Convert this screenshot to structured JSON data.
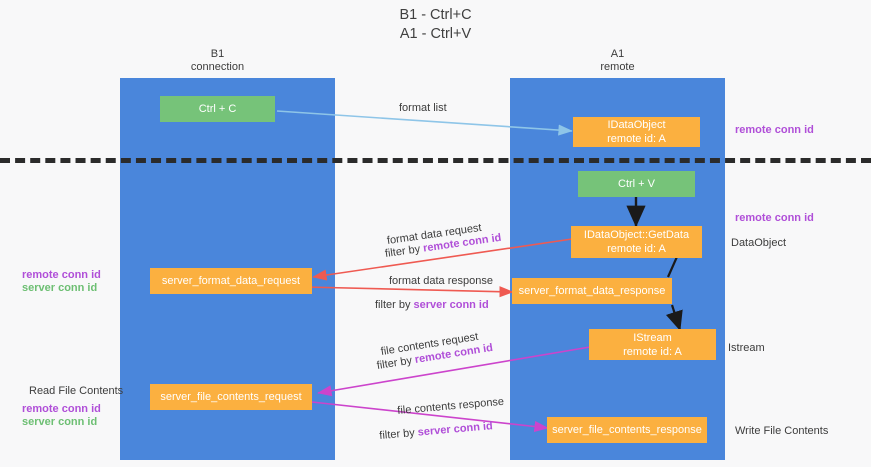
{
  "title": "B1 - Ctrl+C\nA1 - Ctrl+V",
  "columns": {
    "left": "B1\nconnection",
    "right": "A1\nremote"
  },
  "colors": {
    "lane": "#4a86db",
    "green_box": "#76c379",
    "orange_box": "#fbb040",
    "remote_conn_id": "#b04fd8",
    "server_conn_id": "#6dbf73",
    "arrow_format_list": "#8ec5e8",
    "arrow_format_data": "#ef5a52",
    "arrow_file_contents": "#cc44cc",
    "arrow_black": "#1a1a1a",
    "divider": "#2b2b2b"
  },
  "boxes": {
    "ctrl_c": "Ctrl + C",
    "ctrl_v": "Ctrl + V",
    "idataobject": "IDataObject\nremote id: A",
    "idataobject_getdata": "IDataObject::GetData\nremote id: A",
    "istream": "IStream\nremote id: A",
    "server_format_data_request": "server_format_data_request",
    "server_format_data_response": "server_format_data_response",
    "server_file_contents_request": "server_file_contents_request",
    "server_file_contents_response": "server_file_contents_response"
  },
  "edge_labels": {
    "format_list": "format list",
    "format_data_request": "format data request",
    "format_data_request_filter_pre": "filter by ",
    "format_data_request_filter_key": "remote conn id",
    "format_data_response": "format data response",
    "format_data_response_filter_pre": "filter by ",
    "format_data_response_filter_key": "server conn id",
    "file_contents_request": "file contents request",
    "file_contents_request_filter_pre": "filter by ",
    "file_contents_request_filter_key": "remote conn id",
    "file_contents_response": "file contents response",
    "file_contents_response_filter_pre": "filter by ",
    "file_contents_response_filter_key": "server conn id"
  },
  "annotations": {
    "right_remote_conn_id_top": "remote conn id",
    "right_remote_conn_id_mid": "remote conn id",
    "right_dataobject": "DataObject",
    "right_istream": "Istream",
    "right_write_file_contents": "Write File Contents",
    "left_remote_conn_id": "remote conn id",
    "left_server_conn_id": "server conn id",
    "left_read_file_contents": "Read File Contents",
    "left_remote_conn_id_2": "remote conn id",
    "left_server_conn_id_2": "server conn id"
  }
}
